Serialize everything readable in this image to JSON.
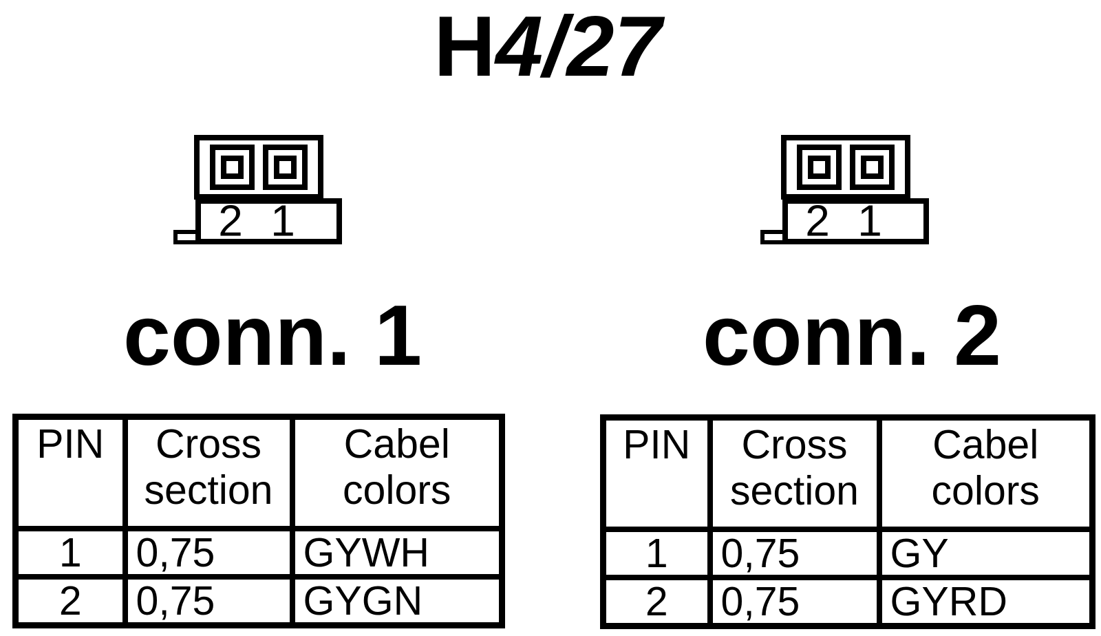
{
  "title": {
    "text": "H4/27",
    "part_upright": "H",
    "part_italic": "4/27"
  },
  "colors": {
    "foreground": "#000000",
    "background": "#ffffff"
  },
  "connectors": [
    {
      "label": "conn. 1",
      "pin_labels": [
        "2",
        "1"
      ],
      "table": {
        "headers": [
          "PIN",
          "Cross section",
          "Cabel colors"
        ],
        "rows": [
          [
            "1",
            "0,75",
            "GYWH"
          ],
          [
            "2",
            "0,75",
            "GYGN"
          ]
        ]
      }
    },
    {
      "label": "conn. 2",
      "pin_labels": [
        "2",
        "1"
      ],
      "table": {
        "headers": [
          "PIN",
          "Cross section",
          "Cabel colors"
        ],
        "rows": [
          [
            "1",
            "0,75",
            "GY"
          ],
          [
            "2",
            "0,75",
            "GYRD"
          ]
        ]
      }
    }
  ]
}
